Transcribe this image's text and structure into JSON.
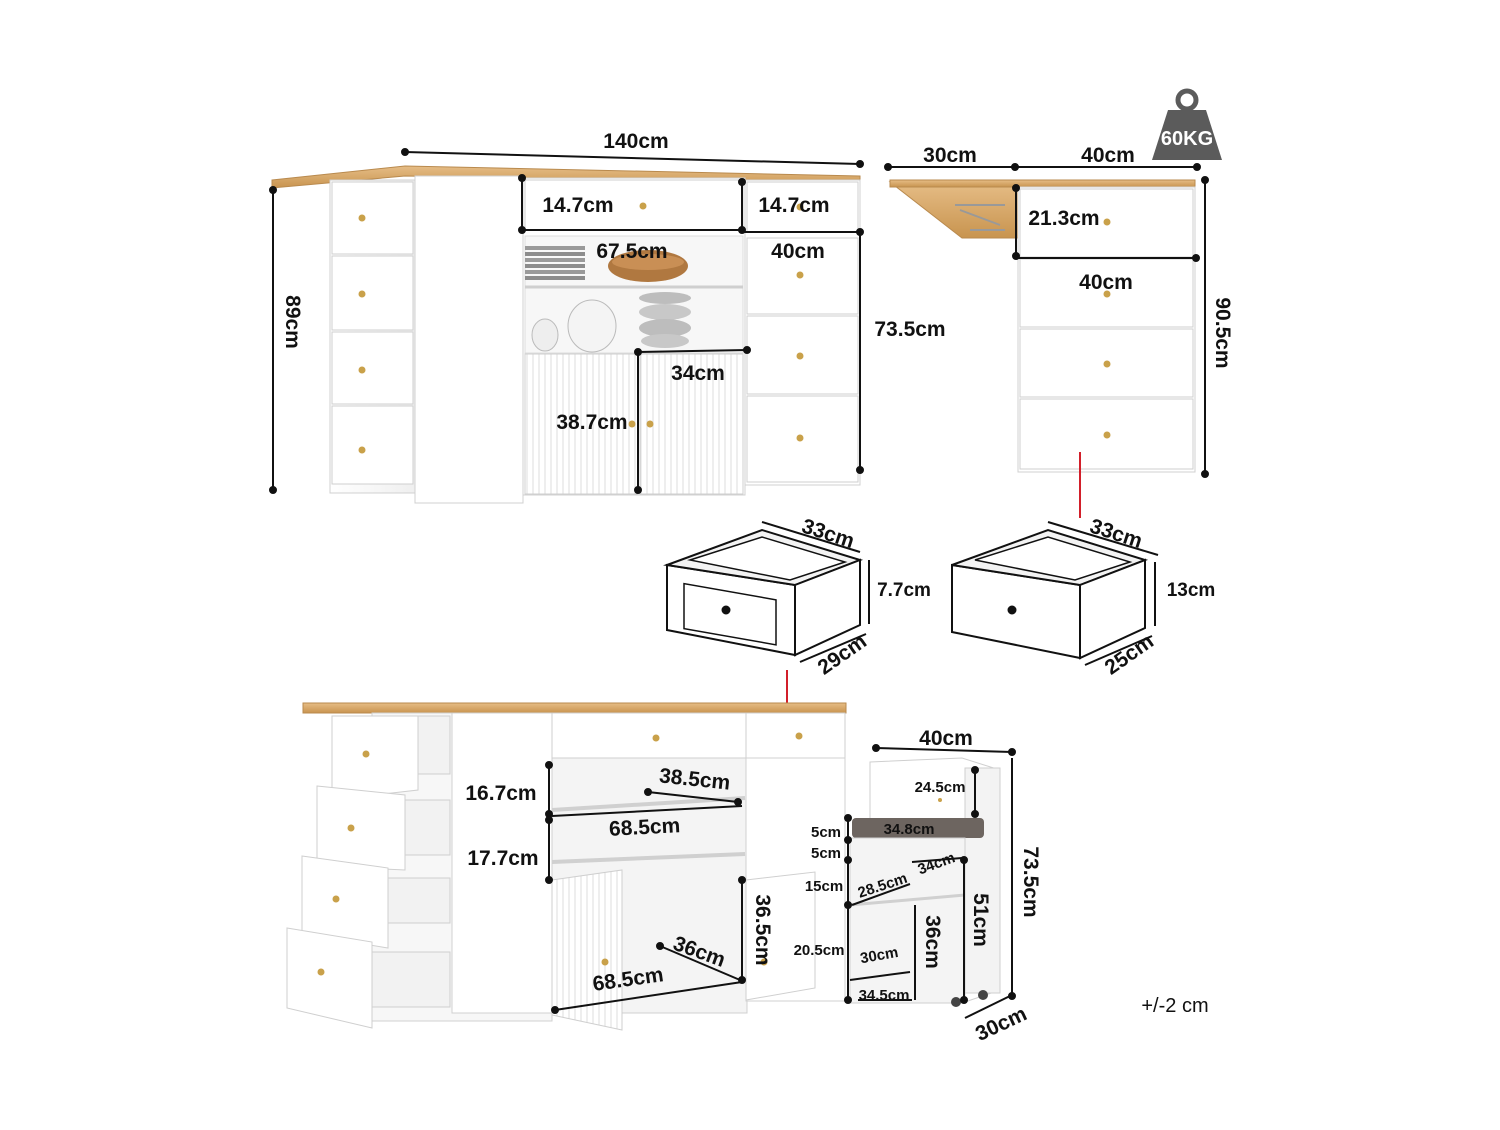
{
  "colors": {
    "cabinet": "#ffffff",
    "cabinet_shade": "#f1f1f1",
    "cabinet_edge": "#cfcfcf",
    "wood_top": "#d9a86a",
    "wood_edge": "#b98a4e",
    "gold_knob": "#c9a14a",
    "dimension_line": "#111111",
    "connector_line": "#d21f2a",
    "weight_badge": "#5b5b5b",
    "cushion": "#6d6560"
  },
  "weight_badge": {
    "label": "60KG",
    "icon": "weight-icon"
  },
  "tolerance": "+/-2 cm",
  "front_view": {
    "width": "140cm",
    "height": "89cm",
    "top_drawer_left": "14.7cm",
    "top_drawer_right": "14.7cm",
    "shelf_width": "67.5cm",
    "drawer_width": "40cm",
    "cabinet_height": "73.5cm",
    "door_width": "34cm",
    "door_height": "38.7cm"
  },
  "side_view": {
    "leaf_width": "30cm",
    "body_width": "40cm",
    "height": "90.5cm",
    "drawer_height": "21.3cm",
    "drawer_width": "40cm"
  },
  "drawer_small": {
    "width": "33cm",
    "height": "7.7cm",
    "depth": "29cm"
  },
  "drawer_large": {
    "width": "33cm",
    "height": "13cm",
    "depth": "25cm"
  },
  "open_view": {
    "shelf_gap_top": "16.7cm",
    "shelf_gap_mid": "17.7cm",
    "shelf_depth": "38.5cm",
    "shelf_width_top": "68.5cm",
    "cabinet_height": "36.5cm",
    "cabinet_depth": "36cm",
    "cabinet_width": "68.5cm"
  },
  "side_unit": {
    "width": "40cm",
    "top_compartment": "24.5cm",
    "seat_width": "34.8cm",
    "gap_a": "5cm",
    "gap_b": "5cm",
    "shelf_height": "15cm",
    "shelf_width": "28.5cm",
    "shelf_depth": "34cm",
    "lower_height": "20.5cm",
    "lower_width": "30cm",
    "lower_height_b": "36cm",
    "body_height": "51cm",
    "total_height": "73.5cm",
    "base_width": "34.5cm",
    "depth": "30cm"
  }
}
